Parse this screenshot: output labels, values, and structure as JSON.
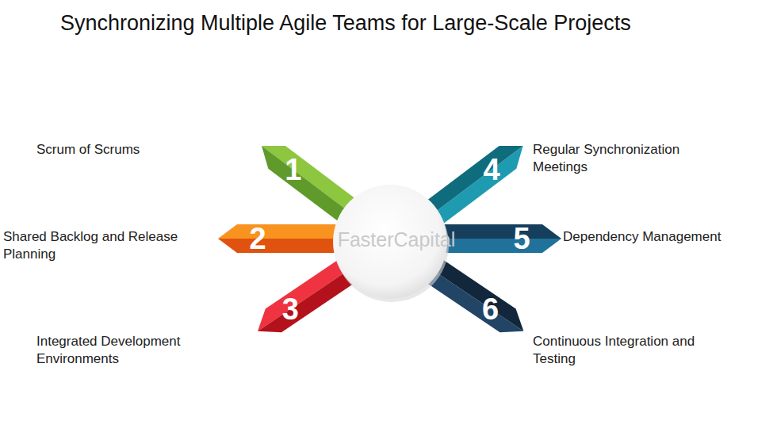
{
  "diagram": {
    "title": "Synchronizing Multiple Agile Teams for Large-Scale Projects",
    "nodes": [
      {
        "text": [
          "1",
          "Scrum of Scrums"
        ]
      },
      {
        "text": [
          "2",
          "Shared Backlog and Release Planning"
        ]
      },
      {
        "text": [
          "3",
          "Integrated Development Environments"
        ]
      },
      {
        "text": [
          "4",
          "Regular Synchronization Meetings"
        ]
      },
      {
        "text": [
          "5",
          "Dependency Management"
        ]
      },
      {
        "text": [
          "6",
          "Continuous Integration and Testing"
        ]
      }
    ],
    "labels": [
      "FasterCapital"
    ]
  }
}
